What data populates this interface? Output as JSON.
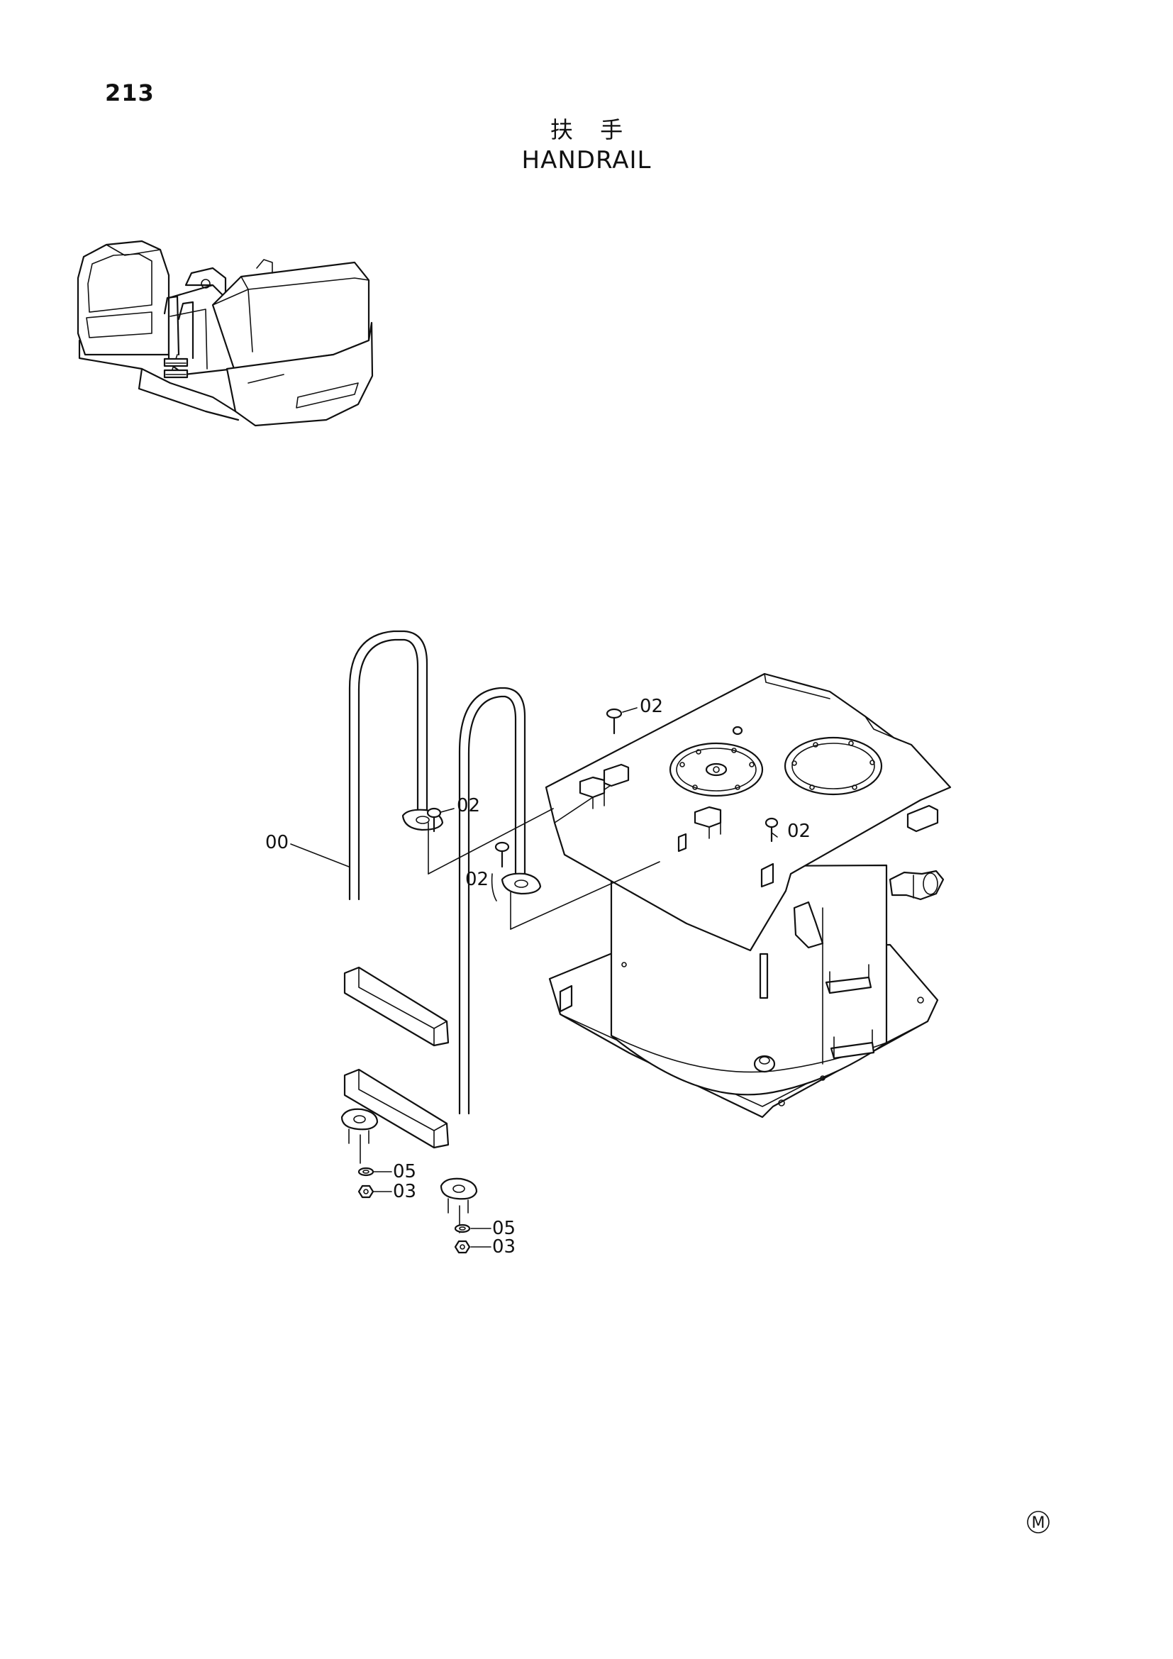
{
  "page": {
    "number": "213"
  },
  "title": {
    "chinese": "扶 手",
    "english": "HANDRAIL"
  },
  "callouts": {
    "handrail": "00",
    "bolt_top": "02",
    "bolt_left_upper": "02",
    "bolt_left_lower": "02",
    "bolt_right": "02",
    "washer_left": "05",
    "nut_left": "03",
    "washer_right": "05",
    "nut_right": "03"
  },
  "mark": {
    "symbol": "M"
  }
}
